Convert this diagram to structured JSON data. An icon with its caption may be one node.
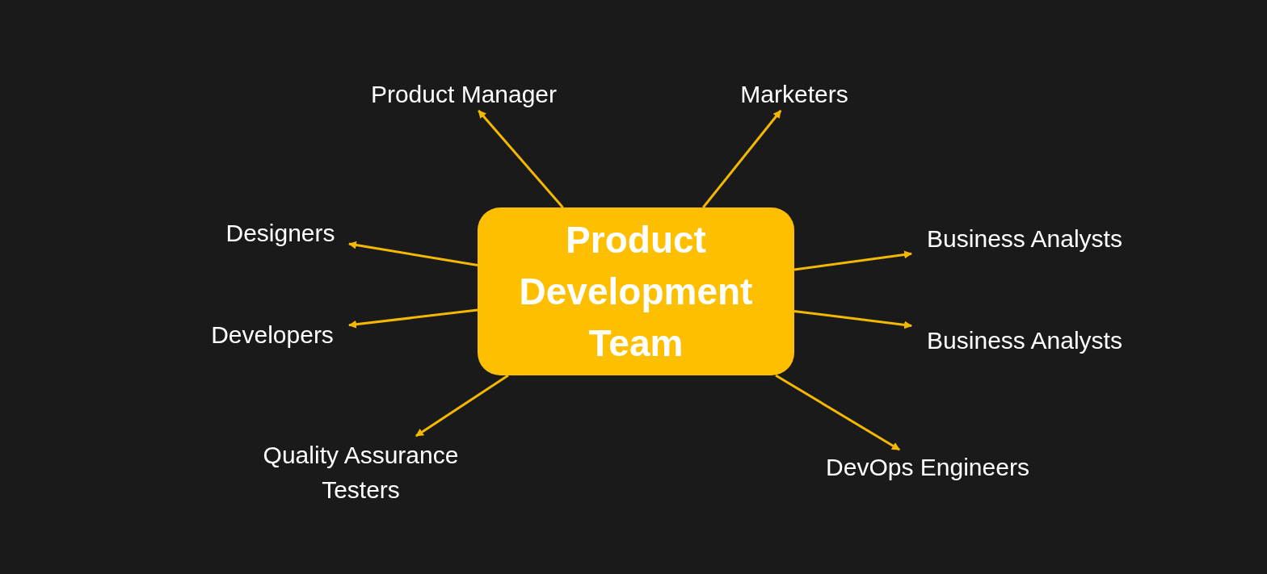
{
  "diagram": {
    "nodes": [
      {
        "text": [
          "Product Development Team"
        ]
      },
      {
        "text": [
          "Product Manager"
        ]
      },
      {
        "text": [
          "Marketers"
        ]
      },
      {
        "text": [
          "Designers"
        ]
      },
      {
        "text": [
          "Business Analysts"
        ]
      },
      {
        "text": [
          "Developers"
        ]
      },
      {
        "text": [
          "Business Analysts"
        ]
      },
      {
        "text": [
          "Quality Assurance Testers"
        ]
      },
      {
        "text": [
          "DevOps Engineers"
        ]
      }
    ],
    "edges": [
      {
        "from": 0,
        "to": 1,
        "arrow": "to"
      },
      {
        "from": 0,
        "to": 2,
        "arrow": "to"
      },
      {
        "from": 0,
        "to": 3,
        "arrow": "to"
      },
      {
        "from": 0,
        "to": 4,
        "arrow": "to"
      },
      {
        "from": 0,
        "to": 5,
        "arrow": "to"
      },
      {
        "from": 0,
        "to": 6,
        "arrow": "to"
      },
      {
        "from": 0,
        "to": 7,
        "arrow": "to"
      },
      {
        "from": 0,
        "to": 8,
        "arrow": "to"
      }
    ]
  }
}
